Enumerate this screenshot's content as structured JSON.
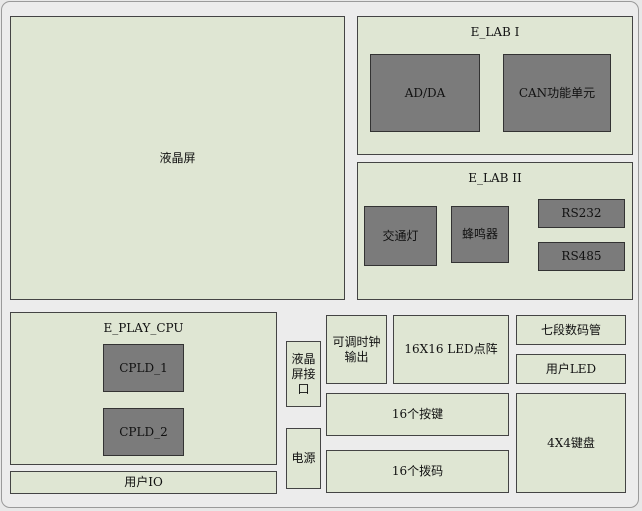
{
  "blocks": {
    "lcd": "液晶屏",
    "elab1": "E_LAB I",
    "adda": "AD/DA",
    "can": "CAN功能单元",
    "elab2": "E_LAB II",
    "traffic": "交通灯",
    "buzzer": "蜂鸣器",
    "rs232": "RS232",
    "rs485": "RS485",
    "cpu": "E_PLAY_CPU",
    "cpld1": "CPLD_1",
    "cpld2": "CPLD_2",
    "userio": "用户IO",
    "lcd_if": "液晶\n屏接\n口",
    "power": "电源",
    "clock": "可调时钟\n输出",
    "ledmatrix": "16X16 LED点阵",
    "seg7": "七段数码管",
    "userled": "用户LED",
    "keys16": "16个按键",
    "dip16": "16个拨码",
    "keypad": "4X4键盘"
  }
}
